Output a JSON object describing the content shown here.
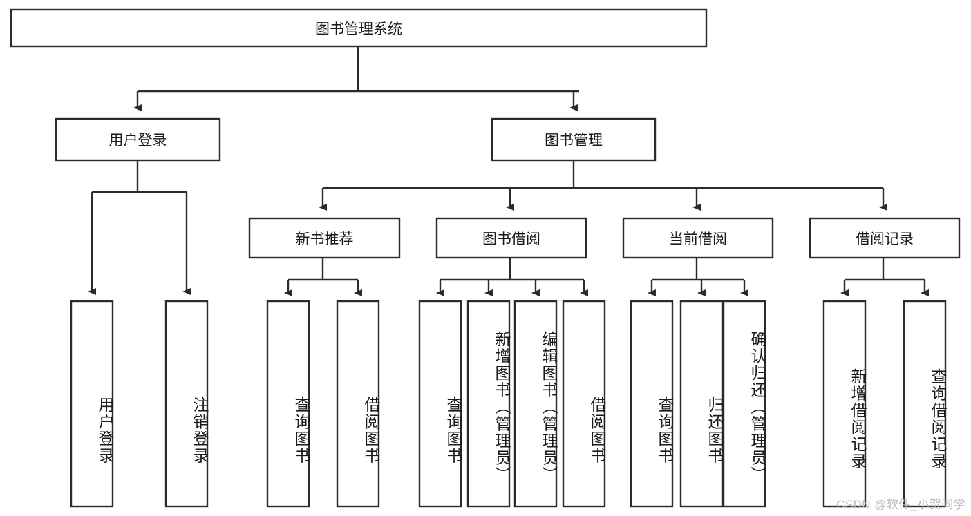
{
  "diagram": {
    "type": "tree-hierarchy",
    "title": "图书管理系统",
    "watermark": "CSDN @软件_小贺同学",
    "colors": {
      "stroke": "#2b2b2b",
      "box_fill": "#ffffff",
      "background": "#ffffff",
      "text": "#1a1a1a",
      "watermark": "#b9b9b9"
    },
    "root": {
      "id": "root",
      "label": "图书管理系统",
      "orientation": "horizontal"
    },
    "level2": [
      {
        "id": "user-login",
        "label": "用户登录",
        "orientation": "horizontal"
      },
      {
        "id": "book-manage",
        "label": "图书管理",
        "orientation": "horizontal"
      }
    ],
    "level3": [
      {
        "id": "new-book-recommend",
        "label": "新书推荐",
        "orientation": "horizontal",
        "parent": "book-manage"
      },
      {
        "id": "book-borrow",
        "label": "图书借阅",
        "orientation": "horizontal",
        "parent": "book-manage"
      },
      {
        "id": "current-borrow",
        "label": "当前借阅",
        "orientation": "horizontal",
        "parent": "book-manage"
      },
      {
        "id": "borrow-record",
        "label": "借阅记录",
        "orientation": "horizontal",
        "parent": "book-manage"
      }
    ],
    "leaves": [
      {
        "id": "leaf-user-login",
        "label": "用户登录",
        "parent": "user-login",
        "orientation": "vertical"
      },
      {
        "id": "leaf-user-logout",
        "label": "注销登录",
        "parent": "user-login",
        "orientation": "vertical"
      },
      {
        "id": "leaf-query-book-1",
        "label": "查询图书",
        "parent": "new-book-recommend",
        "orientation": "vertical"
      },
      {
        "id": "leaf-borrow-book-1",
        "label": "借阅图书",
        "parent": "new-book-recommend",
        "orientation": "vertical"
      },
      {
        "id": "leaf-query-book-2",
        "label": "查询图书",
        "parent": "book-borrow",
        "orientation": "vertical"
      },
      {
        "id": "leaf-add-book",
        "label": "新增图书（管理员）",
        "parent": "book-borrow",
        "orientation": "vertical"
      },
      {
        "id": "leaf-edit-book",
        "label": "编辑图书（管理员）",
        "parent": "book-borrow",
        "orientation": "vertical"
      },
      {
        "id": "leaf-borrow-book-2",
        "label": "借阅图书",
        "parent": "book-borrow",
        "orientation": "vertical"
      },
      {
        "id": "leaf-query-book-3",
        "label": "查询图书",
        "parent": "current-borrow",
        "orientation": "vertical"
      },
      {
        "id": "leaf-return-book",
        "label": "归还图书",
        "parent": "current-borrow",
        "orientation": "vertical"
      },
      {
        "id": "leaf-confirm-return",
        "label": "确认归还（管理员）",
        "parent": "current-borrow",
        "orientation": "vertical"
      },
      {
        "id": "leaf-add-record",
        "label": "新增借阅记录",
        "parent": "borrow-record",
        "orientation": "vertical"
      },
      {
        "id": "leaf-query-record",
        "label": "查询借阅记录",
        "parent": "borrow-record",
        "orientation": "vertical"
      }
    ]
  }
}
